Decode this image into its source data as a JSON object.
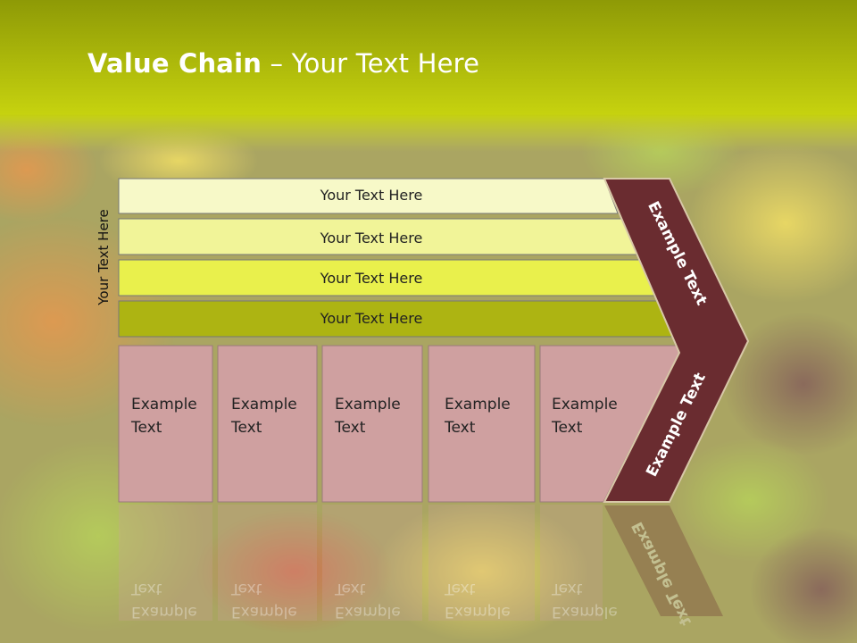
{
  "title": {
    "bold": "Value Chain",
    "rest": " – Your Text Here"
  },
  "side_label": "Your Text Here",
  "bands": [
    {
      "label": "Your Text Here",
      "color": "#f7f9c8"
    },
    {
      "label": "Your Text Here",
      "color": "#f1f498"
    },
    {
      "label": "Your Text Here",
      "color": "#e9f04c"
    },
    {
      "label": "Your Text Here",
      "color": "#adb412"
    }
  ],
  "cells": [
    {
      "line1": "Example",
      "line2": "Text"
    },
    {
      "line1": "Example",
      "line2": "Text"
    },
    {
      "line1": "Example",
      "line2": "Text"
    },
    {
      "line1": "Example",
      "line2": "Text"
    },
    {
      "line1": "Example",
      "line2": "Text"
    }
  ],
  "chevron": {
    "upper": "Example Text",
    "lower": "Example Text",
    "color": "#6a2c30"
  },
  "colors": {
    "cell": "#cfa0a0",
    "header": "#c8d20e"
  }
}
